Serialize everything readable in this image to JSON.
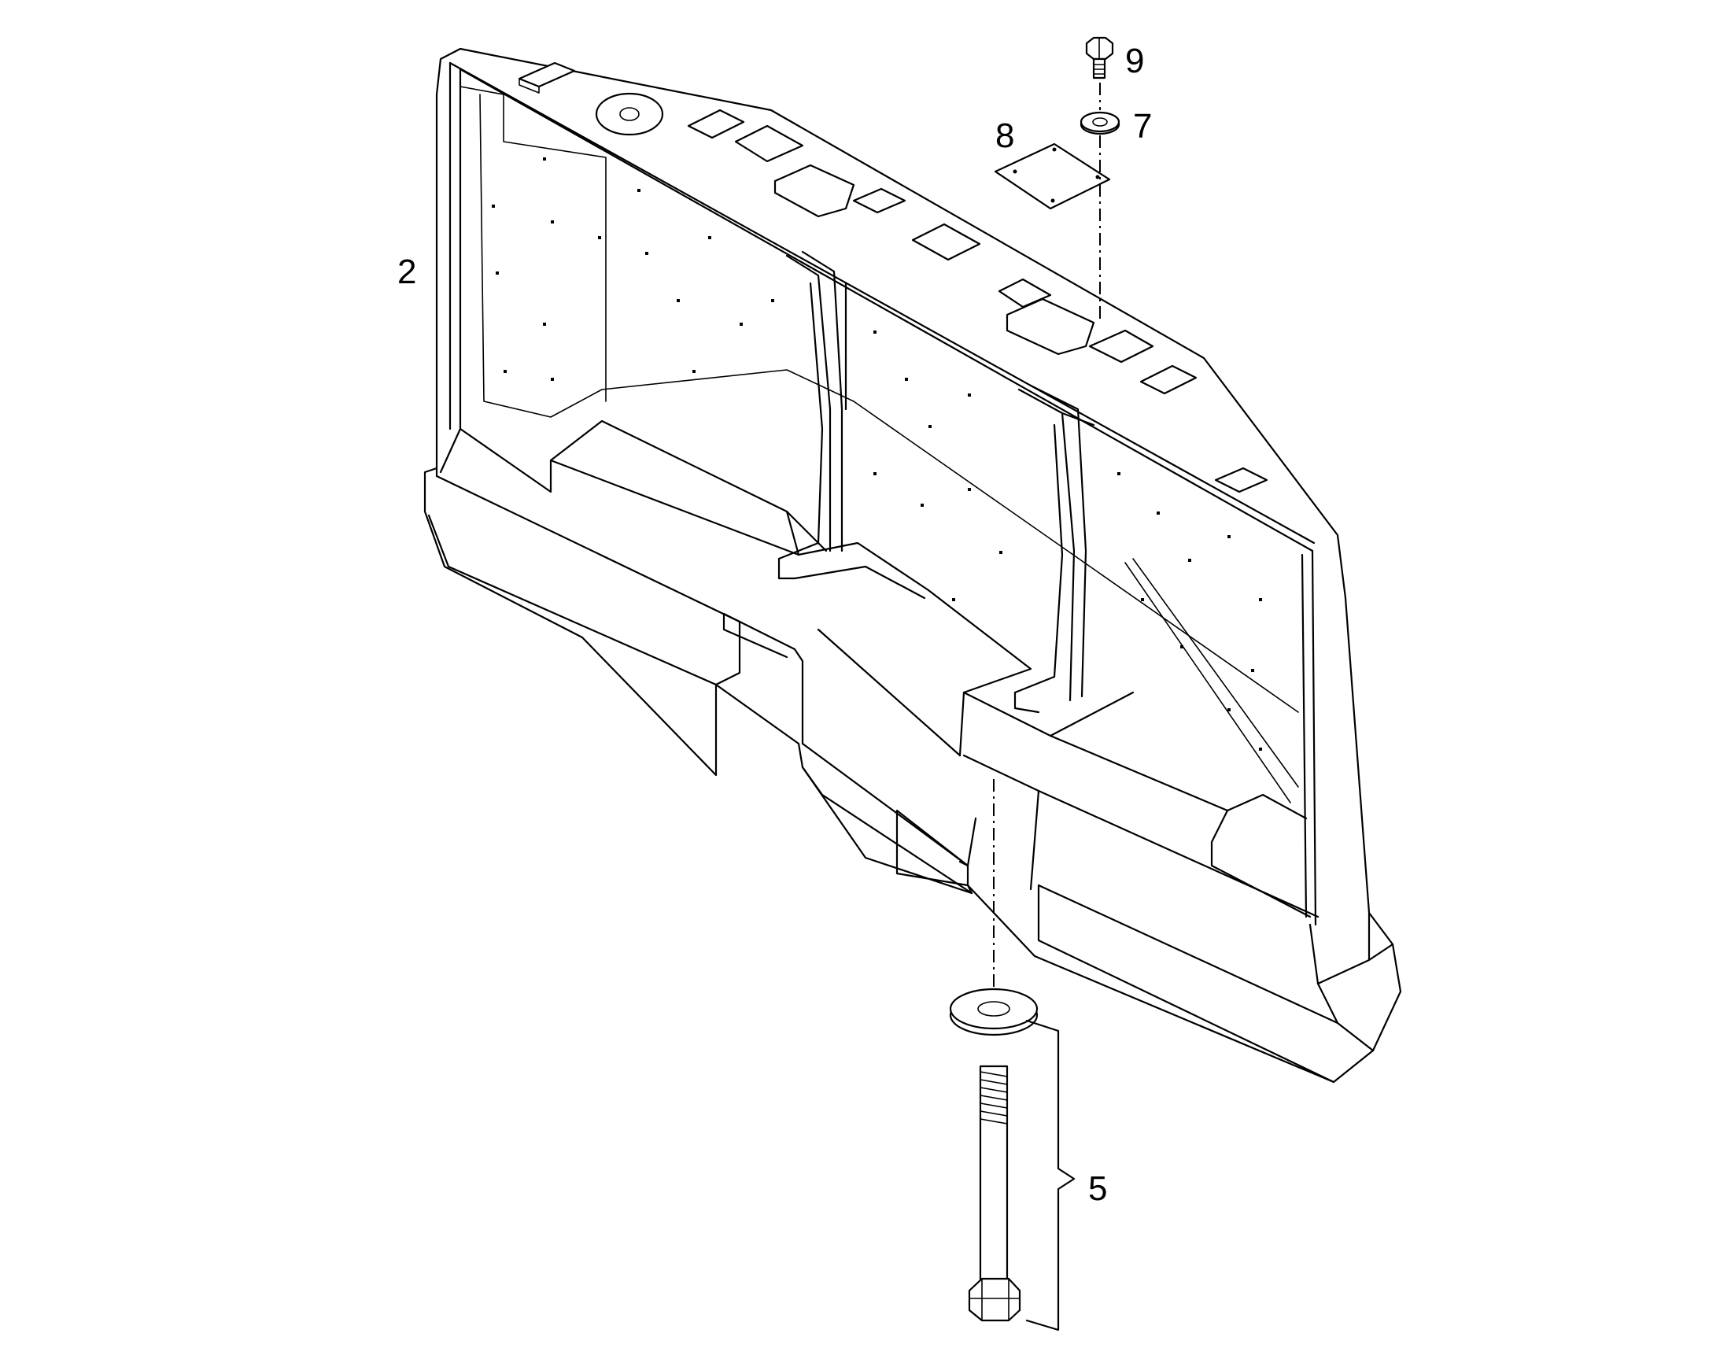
{
  "callouts": {
    "frame": "2",
    "bolt_set": "5",
    "washer_small": "7",
    "cover_plate": "8",
    "bolt_small": "9"
  }
}
